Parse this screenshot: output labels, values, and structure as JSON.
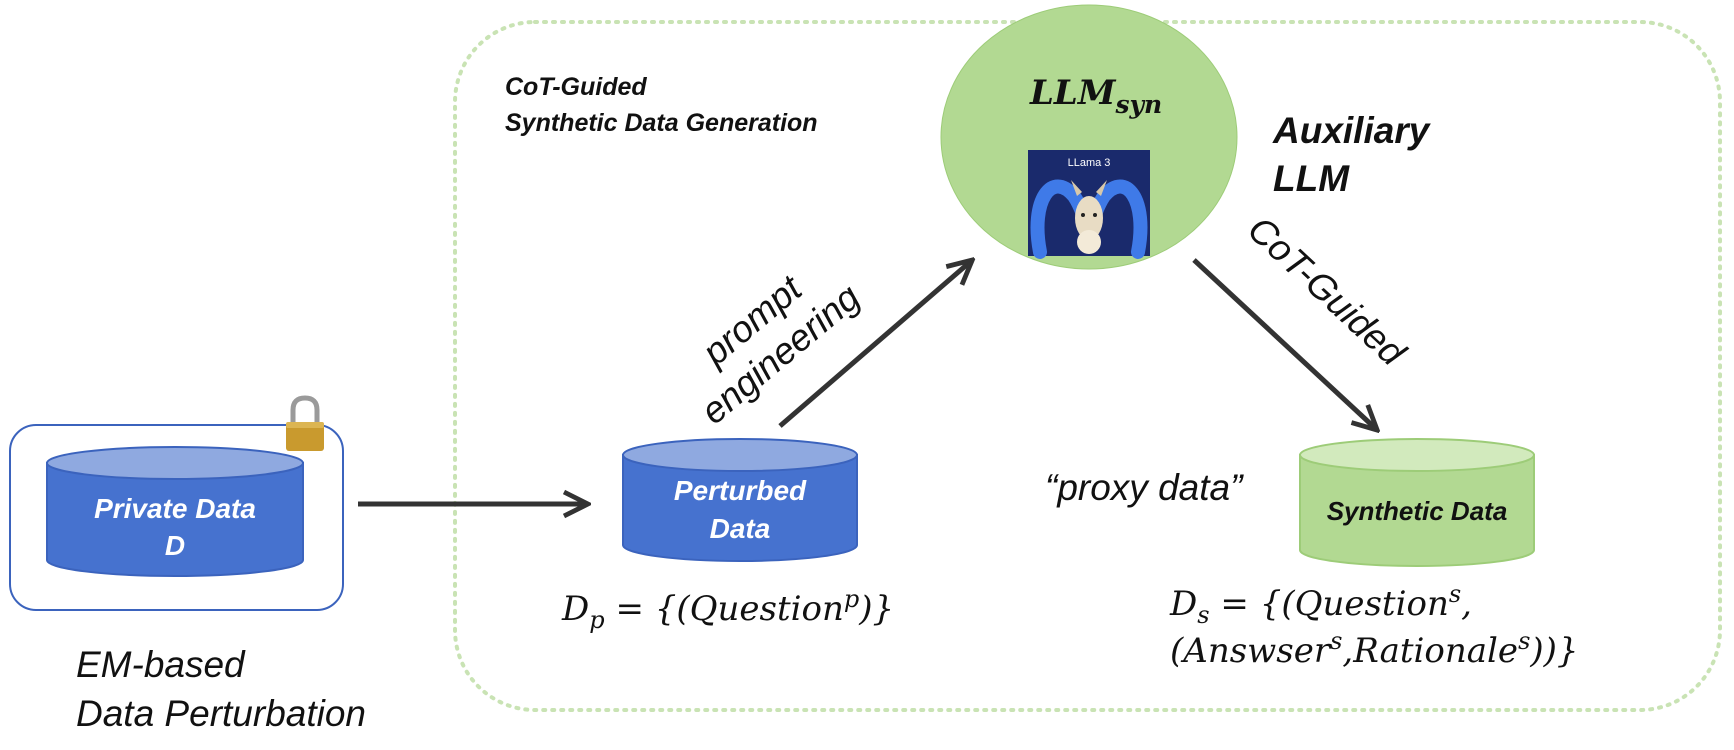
{
  "colors": {
    "blue_fill": "#4672cf",
    "blue_top": "#8fa9e0",
    "blue_edge": "#3b63bd",
    "green_fill": "#b2d992",
    "green_top": "#d2eabd",
    "green_edge": "#9dcc78",
    "dotted_border": "#c9e3b4",
    "arrow": "#333333",
    "lock_gold": "#c99a2e",
    "logo_bg": "#1a2a6c",
    "logo_m": "#3f7ae8"
  },
  "private_box": {
    "db_label_line1": "Private Data",
    "db_label_line2": "D",
    "lock_icon": "padlock-icon",
    "caption_line1": "EM-based",
    "caption_line2": "Data Perturbation"
  },
  "generation_region": {
    "title_line1": "CoT-Guided",
    "title_line2": "Synthetic Data Generation"
  },
  "perturbed": {
    "label_line1": "Perturbed",
    "label_line2": "Data",
    "formula_main": "D",
    "formula_sub": "p",
    "formula_rest": " = {(Question",
    "formula_sup": "p",
    "formula_end": ")}"
  },
  "llm": {
    "name_main": "LLM",
    "name_sub": "syn",
    "logo_text": "LLama 3",
    "logo_icon": "llama-logo-icon",
    "aux_line1": "Auxiliary",
    "aux_line2": "LLM"
  },
  "arrows": {
    "prompt_line1": "prompt",
    "prompt_line2": "engineering",
    "cot_label": "CoT-Guided"
  },
  "synthetic": {
    "label": "Synthetic Data",
    "proxy_label": "“proxy data”",
    "formula_l1_main": "D",
    "formula_l1_sub": "s",
    "formula_l1_rest": " = {(Question",
    "formula_l1_sup": "s",
    "formula_l1_end": ",",
    "formula_l2_a": "(Answser",
    "formula_l2_sup1": "s",
    "formula_l2_b": ",Rationale",
    "formula_l2_sup2": "s",
    "formula_l2_end": "))}"
  }
}
